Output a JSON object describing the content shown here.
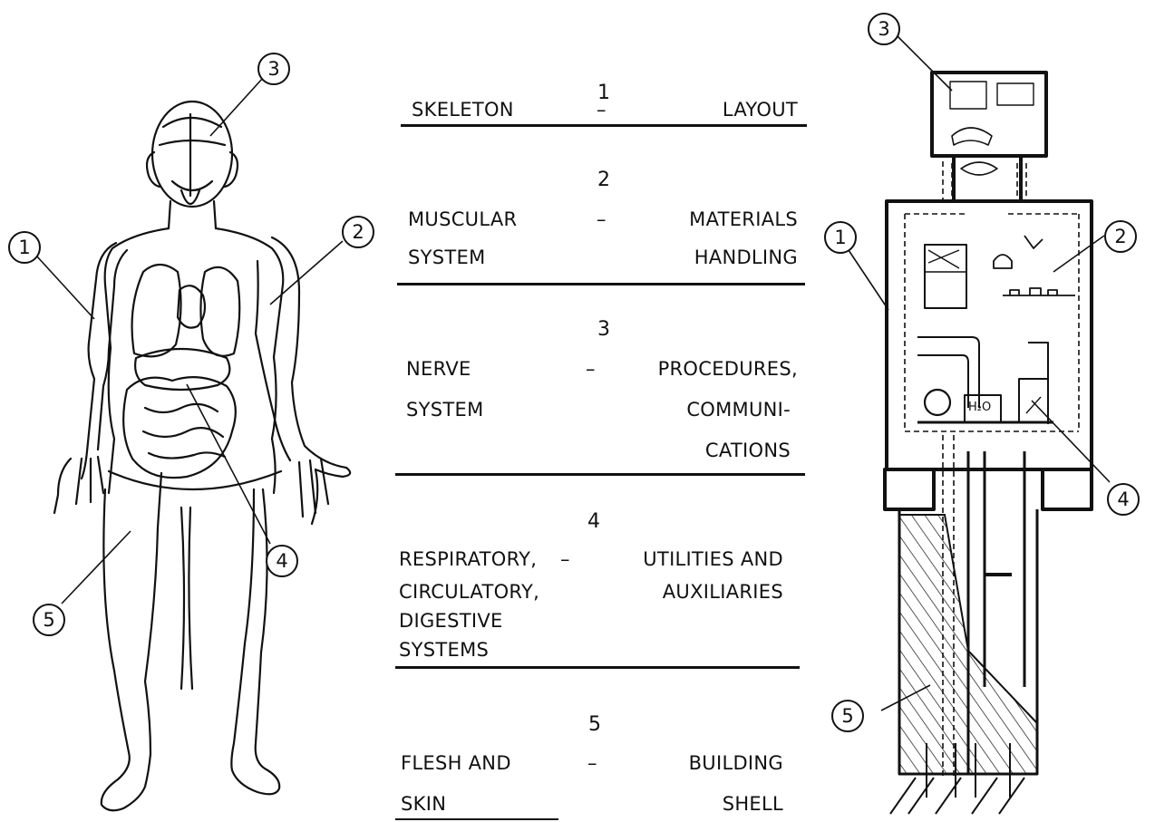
{
  "rows": [
    {
      "number": "1",
      "left_lines": [
        "SKELETON"
      ],
      "dash": "–",
      "right_lines": [
        "LAYOUT"
      ]
    },
    {
      "number": "2",
      "left_lines": [
        "MUSCULAR",
        "SYSTEM"
      ],
      "dash": "–",
      "right_lines": [
        "MATERIALS",
        "HANDLING"
      ]
    },
    {
      "number": "3",
      "left_lines": [
        "NERVE",
        "SYSTEM"
      ],
      "dash": "–",
      "right_lines": [
        "PROCEDURES,",
        "COMMUNI-",
        "CATIONS"
      ]
    },
    {
      "number": "4",
      "left_lines": [
        "RESPIRATORY,",
        "CIRCULATORY,",
        "DIGESTIVE",
        "SYSTEMS"
      ],
      "dash": "–",
      "right_lines": [
        "UTILITIES AND",
        "AUXILIARIES"
      ]
    },
    {
      "number": "5",
      "left_lines": [
        "FLESH AND",
        "SKIN"
      ],
      "dash": "–",
      "right_lines": [
        "BUILDING",
        "SHELL"
      ]
    }
  ],
  "human_callouts": [
    "1",
    "2",
    "3",
    "4",
    "5"
  ],
  "building_callouts": [
    "1",
    "2",
    "3",
    "4",
    "5"
  ],
  "chemical_label": "H₂O"
}
